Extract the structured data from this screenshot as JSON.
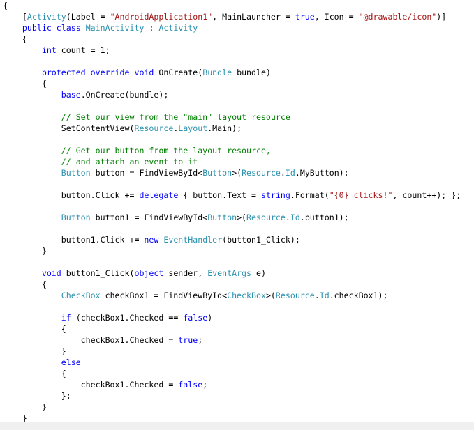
{
  "colors": {
    "keyword": "#0000ff",
    "type": "#2b91af",
    "string": "#a31515",
    "comment": "#008000",
    "plain": "#000000",
    "background": "#ffffff"
  },
  "code_lines": [
    [
      {
        "t": "{",
        "c": "plain"
      }
    ],
    [
      {
        "t": "    [",
        "c": "plain"
      },
      {
        "t": "Activity",
        "c": "type"
      },
      {
        "t": "(Label = ",
        "c": "plain"
      },
      {
        "t": "\"AndroidApplication1\"",
        "c": "str"
      },
      {
        "t": ", MainLauncher = ",
        "c": "plain"
      },
      {
        "t": "true",
        "c": "kw"
      },
      {
        "t": ", Icon = ",
        "c": "plain"
      },
      {
        "t": "\"@drawable/icon\"",
        "c": "str"
      },
      {
        "t": ")]",
        "c": "plain"
      }
    ],
    [
      {
        "t": "    ",
        "c": "plain"
      },
      {
        "t": "public",
        "c": "kw"
      },
      {
        "t": " ",
        "c": "plain"
      },
      {
        "t": "class",
        "c": "kw"
      },
      {
        "t": " ",
        "c": "plain"
      },
      {
        "t": "MainActivity",
        "c": "type"
      },
      {
        "t": " : ",
        "c": "plain"
      },
      {
        "t": "Activity",
        "c": "type"
      }
    ],
    [
      {
        "t": "    {",
        "c": "plain"
      }
    ],
    [
      {
        "t": "        ",
        "c": "plain"
      },
      {
        "t": "int",
        "c": "kw"
      },
      {
        "t": " count = 1;",
        "c": "plain"
      }
    ],
    [],
    [
      {
        "t": "        ",
        "c": "plain"
      },
      {
        "t": "protected",
        "c": "kw"
      },
      {
        "t": " ",
        "c": "plain"
      },
      {
        "t": "override",
        "c": "kw"
      },
      {
        "t": " ",
        "c": "plain"
      },
      {
        "t": "void",
        "c": "kw"
      },
      {
        "t": " OnCreate(",
        "c": "plain"
      },
      {
        "t": "Bundle",
        "c": "type"
      },
      {
        "t": " bundle)",
        "c": "plain"
      }
    ],
    [
      {
        "t": "        {",
        "c": "plain"
      }
    ],
    [
      {
        "t": "            ",
        "c": "plain"
      },
      {
        "t": "base",
        "c": "kw"
      },
      {
        "t": ".OnCreate(bundle);",
        "c": "plain"
      }
    ],
    [],
    [
      {
        "t": "            ",
        "c": "plain"
      },
      {
        "t": "// Set our view from the \"main\" layout resource",
        "c": "cmt"
      }
    ],
    [
      {
        "t": "            SetContentView(",
        "c": "plain"
      },
      {
        "t": "Resource",
        "c": "type"
      },
      {
        "t": ".",
        "c": "plain"
      },
      {
        "t": "Layout",
        "c": "type"
      },
      {
        "t": ".Main);",
        "c": "plain"
      }
    ],
    [],
    [
      {
        "t": "            ",
        "c": "plain"
      },
      {
        "t": "// Get our button from the layout resource,",
        "c": "cmt"
      }
    ],
    [
      {
        "t": "            ",
        "c": "plain"
      },
      {
        "t": "// and attach an event to it",
        "c": "cmt"
      }
    ],
    [
      {
        "t": "            ",
        "c": "plain"
      },
      {
        "t": "Button",
        "c": "type"
      },
      {
        "t": " button = FindViewById<",
        "c": "plain"
      },
      {
        "t": "Button",
        "c": "type"
      },
      {
        "t": ">(",
        "c": "plain"
      },
      {
        "t": "Resource",
        "c": "type"
      },
      {
        "t": ".",
        "c": "plain"
      },
      {
        "t": "Id",
        "c": "type"
      },
      {
        "t": ".MyButton);",
        "c": "plain"
      }
    ],
    [],
    [
      {
        "t": "            button.Click += ",
        "c": "plain"
      },
      {
        "t": "delegate",
        "c": "kw"
      },
      {
        "t": " { button.Text = ",
        "c": "plain"
      },
      {
        "t": "string",
        "c": "kw"
      },
      {
        "t": ".Format(",
        "c": "plain"
      },
      {
        "t": "\"{0} clicks!\"",
        "c": "str"
      },
      {
        "t": ", count++); };",
        "c": "plain"
      }
    ],
    [],
    [
      {
        "t": "            ",
        "c": "plain"
      },
      {
        "t": "Button",
        "c": "type"
      },
      {
        "t": " button1 = FindViewById<",
        "c": "plain"
      },
      {
        "t": "Button",
        "c": "type"
      },
      {
        "t": ">(",
        "c": "plain"
      },
      {
        "t": "Resource",
        "c": "type"
      },
      {
        "t": ".",
        "c": "plain"
      },
      {
        "t": "Id",
        "c": "type"
      },
      {
        "t": ".button1);",
        "c": "plain"
      }
    ],
    [],
    [
      {
        "t": "            button1.Click += ",
        "c": "plain"
      },
      {
        "t": "new",
        "c": "kw"
      },
      {
        "t": " ",
        "c": "plain"
      },
      {
        "t": "EventHandler",
        "c": "type"
      },
      {
        "t": "(button1_Click);",
        "c": "plain"
      }
    ],
    [
      {
        "t": "        }",
        "c": "plain"
      }
    ],
    [],
    [
      {
        "t": "        ",
        "c": "plain"
      },
      {
        "t": "void",
        "c": "kw"
      },
      {
        "t": " button1_Click(",
        "c": "plain"
      },
      {
        "t": "object",
        "c": "kw"
      },
      {
        "t": " sender, ",
        "c": "plain"
      },
      {
        "t": "EventArgs",
        "c": "type"
      },
      {
        "t": " e)",
        "c": "plain"
      }
    ],
    [
      {
        "t": "        {",
        "c": "plain"
      }
    ],
    [
      {
        "t": "            ",
        "c": "plain"
      },
      {
        "t": "CheckBox",
        "c": "type"
      },
      {
        "t": " checkBox1 = FindViewById<",
        "c": "plain"
      },
      {
        "t": "CheckBox",
        "c": "type"
      },
      {
        "t": ">(",
        "c": "plain"
      },
      {
        "t": "Resource",
        "c": "type"
      },
      {
        "t": ".",
        "c": "plain"
      },
      {
        "t": "Id",
        "c": "type"
      },
      {
        "t": ".checkBox1);",
        "c": "plain"
      }
    ],
    [],
    [
      {
        "t": "            ",
        "c": "plain"
      },
      {
        "t": "if",
        "c": "kw"
      },
      {
        "t": " (checkBox1.Checked == ",
        "c": "plain"
      },
      {
        "t": "false",
        "c": "kw"
      },
      {
        "t": ")",
        "c": "plain"
      }
    ],
    [
      {
        "t": "            {",
        "c": "plain"
      }
    ],
    [
      {
        "t": "                checkBox1.Checked = ",
        "c": "plain"
      },
      {
        "t": "true",
        "c": "kw"
      },
      {
        "t": ";",
        "c": "plain"
      }
    ],
    [
      {
        "t": "            }",
        "c": "plain"
      }
    ],
    [
      {
        "t": "            ",
        "c": "plain"
      },
      {
        "t": "else",
        "c": "kw"
      }
    ],
    [
      {
        "t": "            {",
        "c": "plain"
      }
    ],
    [
      {
        "t": "                checkBox1.Checked = ",
        "c": "plain"
      },
      {
        "t": "false",
        "c": "kw"
      },
      {
        "t": ";",
        "c": "plain"
      }
    ],
    [
      {
        "t": "            };",
        "c": "plain"
      }
    ],
    [
      {
        "t": "        }",
        "c": "plain"
      }
    ],
    [
      {
        "t": "    }",
        "c": "plain"
      }
    ]
  ]
}
